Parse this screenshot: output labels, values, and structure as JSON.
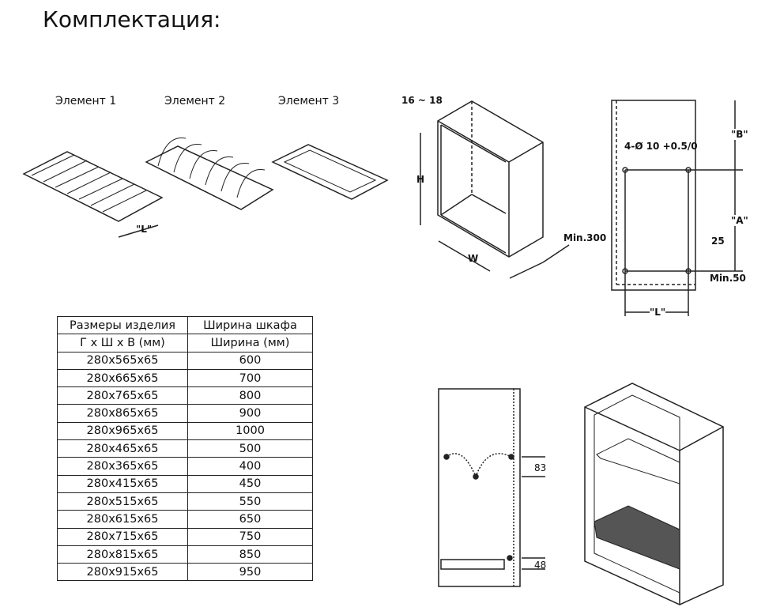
{
  "title": "Комплектация:",
  "elements": [
    "Элемент 1",
    "Элемент 2",
    "Элемент 3"
  ],
  "element1_dim": "\"L\"",
  "table": {
    "header1": [
      "Размеры изделия",
      "Ширина шкафа"
    ],
    "header2": [
      "Г x Ш x В (мм)",
      "Ширина (мм)"
    ],
    "rows": [
      [
        "280x565x65",
        "600"
      ],
      [
        "280x665x65",
        "700"
      ],
      [
        "280x765x65",
        "800"
      ],
      [
        "280x865x65",
        "900"
      ],
      [
        "280x965x65",
        "1000"
      ],
      [
        "280x465x65",
        "500"
      ],
      [
        "280x365x65",
        "400"
      ],
      [
        "280x415x65",
        "450"
      ],
      [
        "280x515x65",
        "550"
      ],
      [
        "280x615x65",
        "650"
      ],
      [
        "280x715x65",
        "750"
      ],
      [
        "280x815x65",
        "850"
      ],
      [
        "280x915x65",
        "950"
      ]
    ]
  },
  "cabinet": {
    "thickness": "16 ~ 18",
    "h": "H",
    "w": "W",
    "depth": "Min.300"
  },
  "mounting": {
    "holes": "4-Ø 10 +0.5/0",
    "b": "\"B\"",
    "a": "\"A\"",
    "offset": "25",
    "min": "Min.50",
    "l": "\"L\""
  },
  "side": {
    "gap": "83",
    "bottom": "48"
  }
}
